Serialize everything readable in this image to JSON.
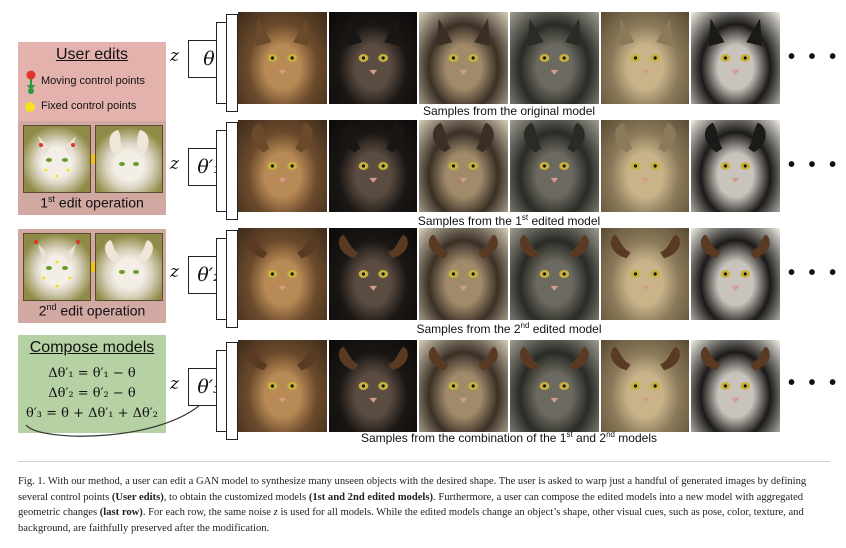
{
  "user_edits": {
    "title": "User edits",
    "legend_moving": "Moving control points",
    "legend_fixed": "Fixed control points"
  },
  "edits": [
    {
      "label_prefix": "1",
      "label_sup": "st",
      "label_suffix": " edit operation"
    },
    {
      "label_prefix": "2",
      "label_sup": "nd",
      "label_suffix": " edit operation"
    }
  ],
  "compose": {
    "title": "Compose models",
    "eq1": "Δθ′₁ = θ′₁ − θ",
    "eq2": "Δθ′₂ = θ′₂ − θ",
    "eq3": "θ′₃ = θ + Δθ′₁ + Δθ′₂"
  },
  "rows": [
    {
      "net_input": "z",
      "theta": "θ",
      "caption": "Samples from the original model"
    },
    {
      "net_input": "z",
      "theta": "θ′₁",
      "caption_pre": "Samples from the 1",
      "caption_sup": "st",
      "caption_post": " edited model"
    },
    {
      "net_input": "z",
      "theta": "θ′₂",
      "caption_pre": "Samples from the 2",
      "caption_sup": "nd",
      "caption_post": " edited model"
    },
    {
      "net_input": "z",
      "theta": "θ′₃",
      "caption_pre": "Samples from the combination of the 1",
      "caption_sup": "st",
      "caption_mid": " and 2",
      "caption_sup2": "nd",
      "caption_post": " models"
    }
  ],
  "ellipsis": "• • •",
  "colors": {
    "user_edits_bg": "#e4b2ad",
    "edit_box_bg": "#d2a8a3",
    "compose_bg": "#b6d2a4",
    "arrow": "#f2c318",
    "moving_point": "#e0342a",
    "fixed_point": "#f4e21e"
  },
  "figure_caption": {
    "p1": "Fig. 1. With our method, a user can edit a GAN model to synthesize many unseen objects with the desired shape. The user is asked to warp just a handful of generated images by defining several control points ",
    "b1": "(User edits)",
    "p2": ", to obtain the customized models ",
    "b2": "(1st and 2nd edited models)",
    "p3": ". Furthermore, a user can compose the edited models into a new model with aggregated geometric changes ",
    "b3": "(last row)",
    "p4": ". For each row, the same noise ",
    "z": "z",
    "p5": " is used for all models. While the edited models change an object’s shape, other visual cues, such as pose, color, texture, and background, are faithfully preserved after the modification."
  }
}
